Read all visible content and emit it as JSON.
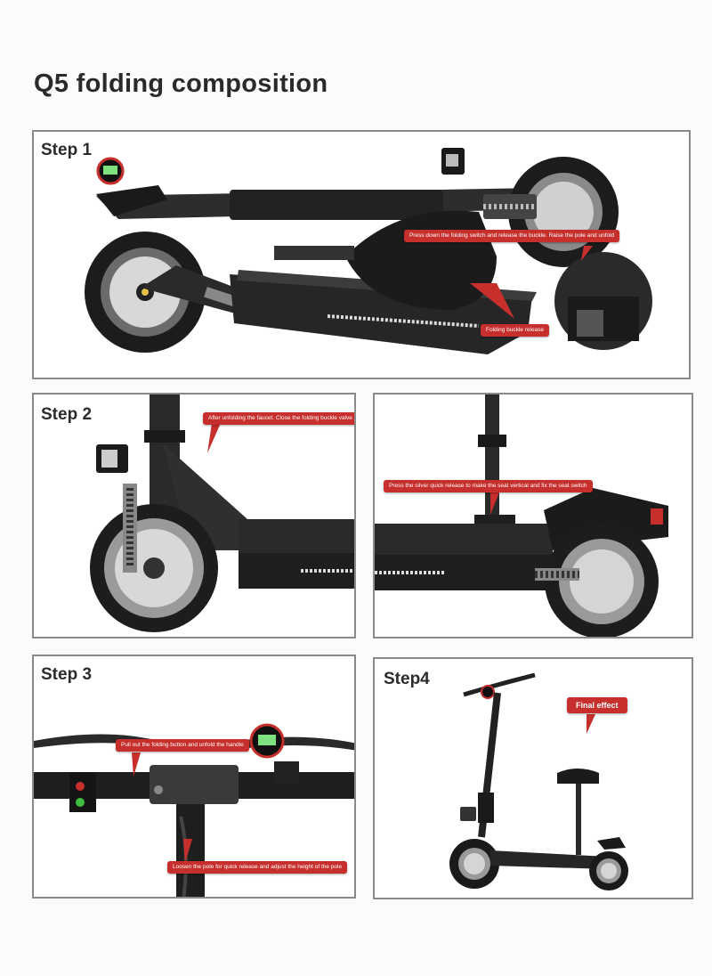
{
  "page": {
    "title": "Q5 folding composition"
  },
  "steps": [
    {
      "label": "Step 1",
      "callouts": [
        "Press down the folding switch and release the buckle. Raise the pole and unfold",
        "Folding buckle release"
      ]
    },
    {
      "label": "Step 2",
      "callouts": [
        "After unfolding the faucet. Close the folding buckle valve",
        "Press the silver quick release to make the seat vertical and fix the seat switch"
      ]
    },
    {
      "label": "Step 3",
      "callouts": [
        "Pull out the folding button and unfold the handle",
        "Loosen the pole for quick release and adjust the height of the pole"
      ]
    },
    {
      "label": "Step4",
      "callouts": [
        "Final effect"
      ]
    }
  ],
  "colors": {
    "callout": "#c62f2b",
    "frame": "#2b2b2b",
    "accent": "#c62f2b"
  }
}
